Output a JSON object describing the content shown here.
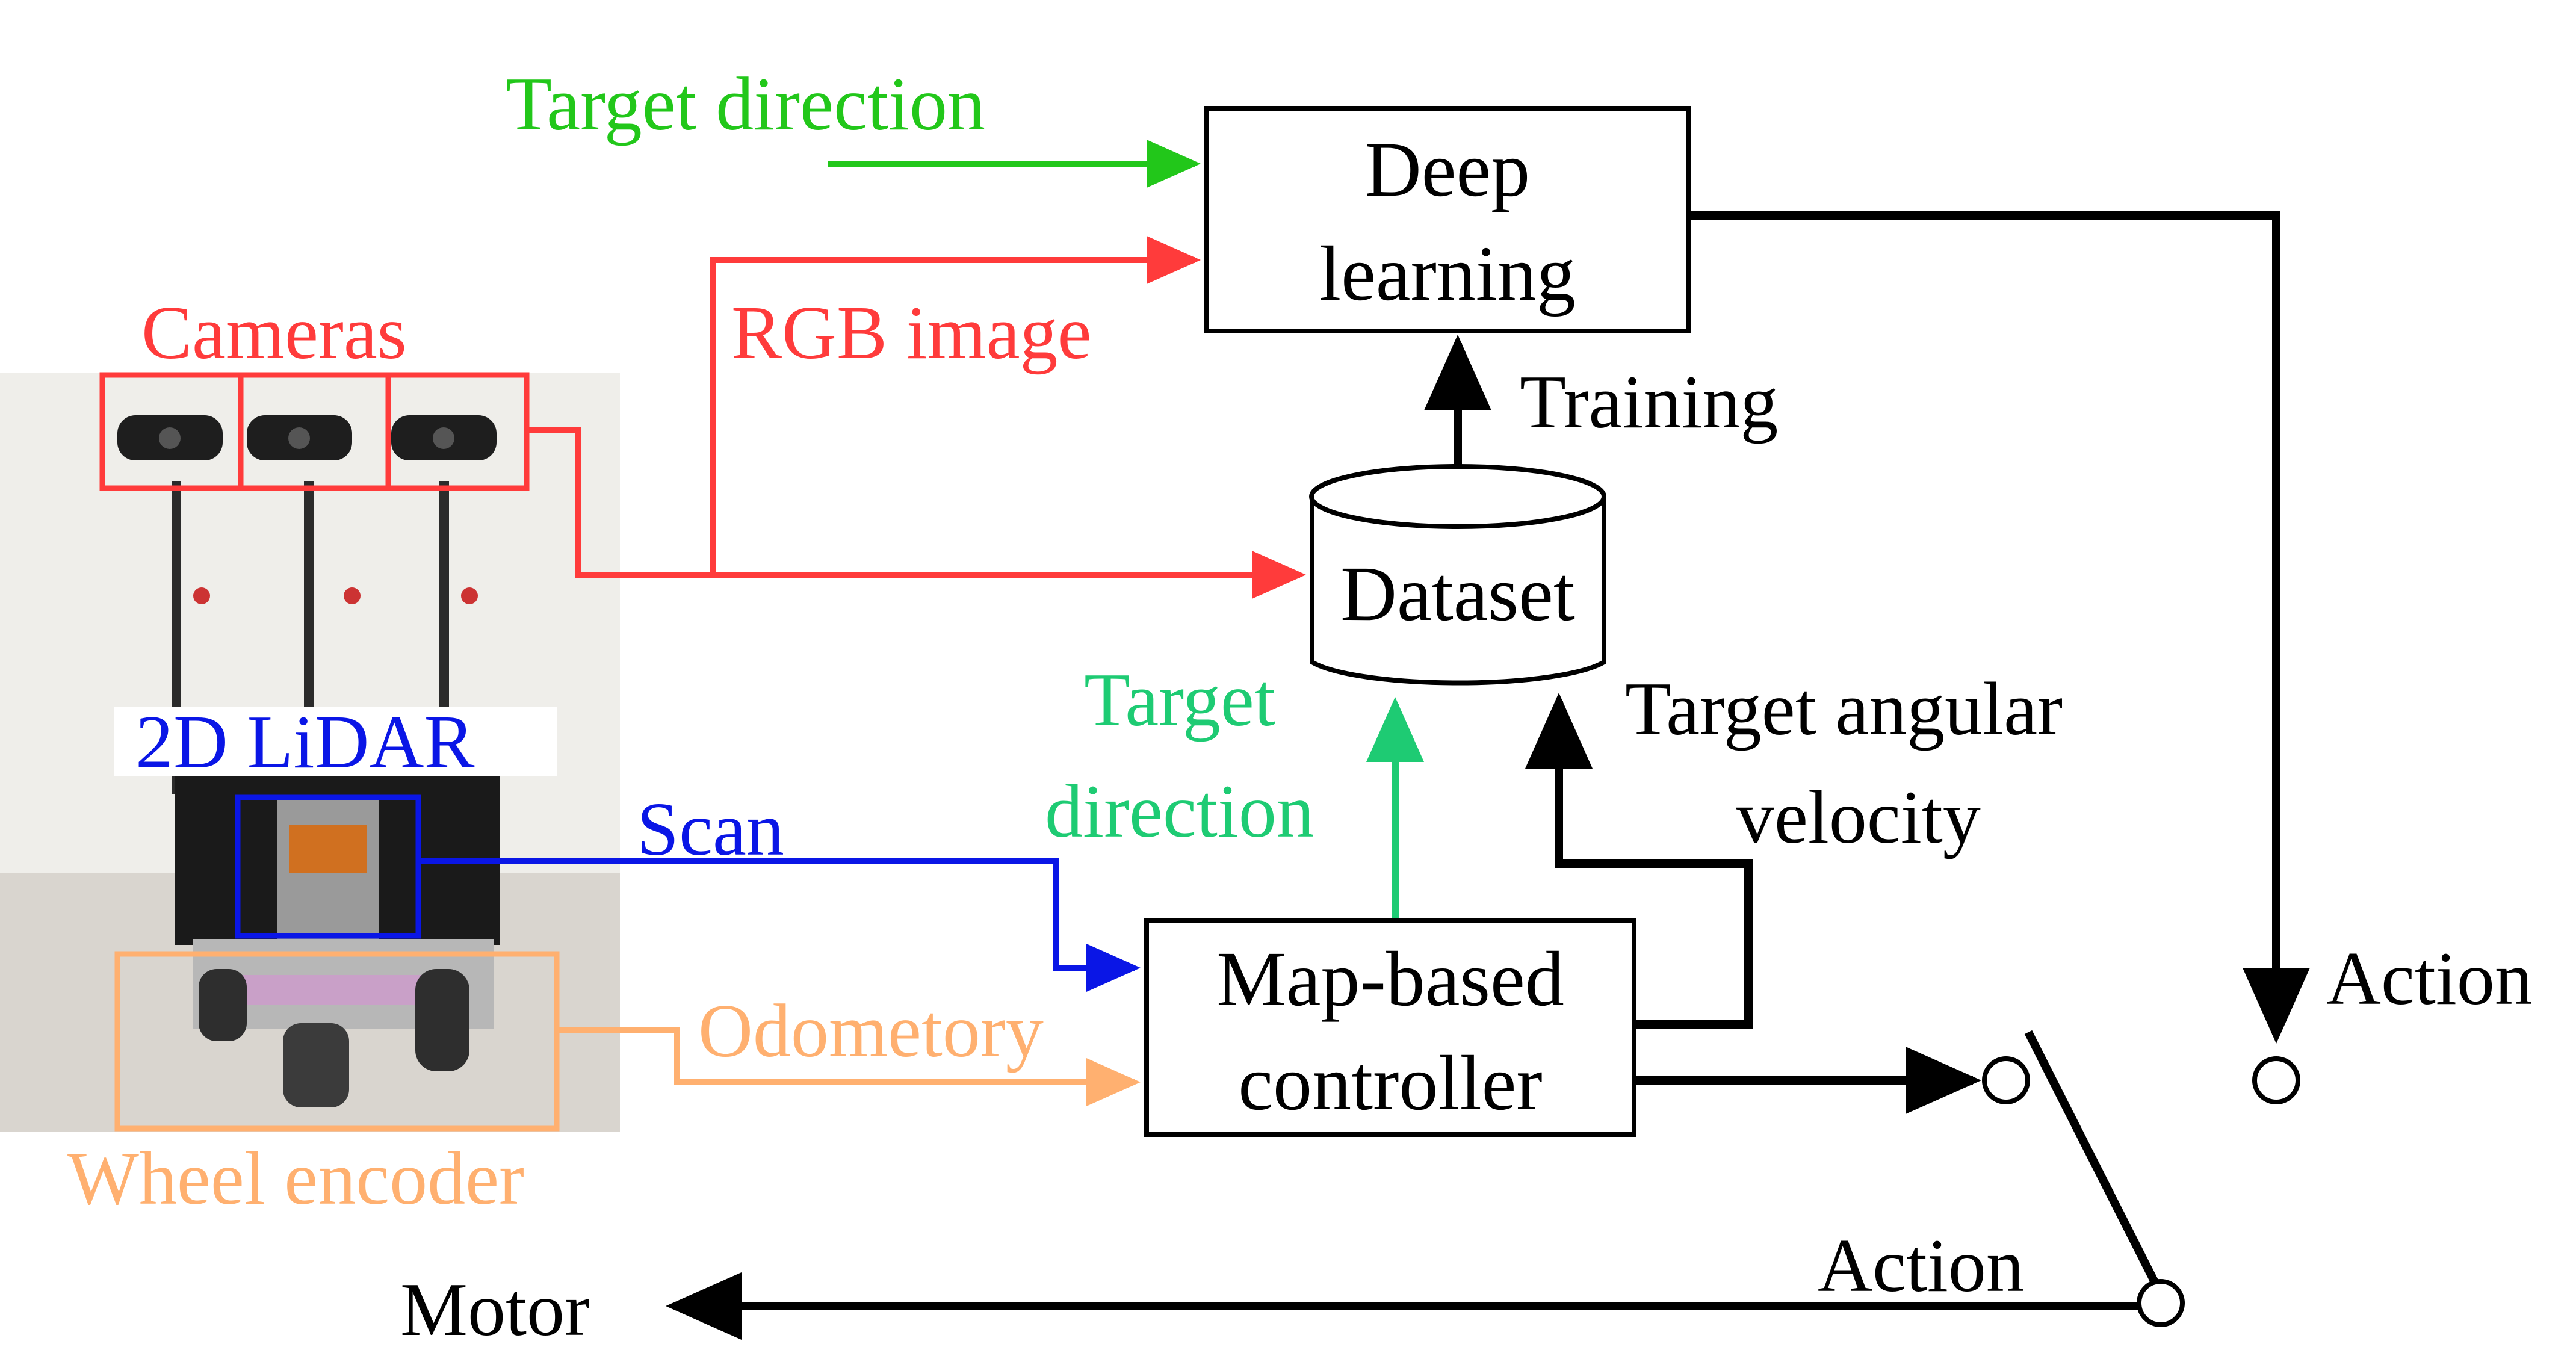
{
  "colors": {
    "black": "#000000",
    "green": "#22c71a",
    "red": "#ff3b3b",
    "blue": "#0a16e6",
    "teal": "#1ecb73",
    "orange": "#ffb070"
  },
  "blocks": {
    "deep_learning": [
      "Deep",
      "learning"
    ],
    "dataset": "Dataset",
    "controller": [
      "Map-based",
      "controller"
    ]
  },
  "labels": {
    "target_direction_top": "Target direction",
    "rgb_image": "RGB image",
    "cameras": "Cameras",
    "training": "Training",
    "lidar": "2D LiDAR",
    "scan": "Scan",
    "target_direction_mid": [
      "Target",
      "direction"
    ],
    "target_angular_velocity": [
      "Target angular",
      "velocity"
    ],
    "odometry": "Odometory",
    "wheel_encoder": "Wheel encoder",
    "action_right": "Action",
    "action_bottom": "Action",
    "motor": "Motor"
  },
  "robot_photo": {
    "icon": "mobile-robot-photo"
  }
}
